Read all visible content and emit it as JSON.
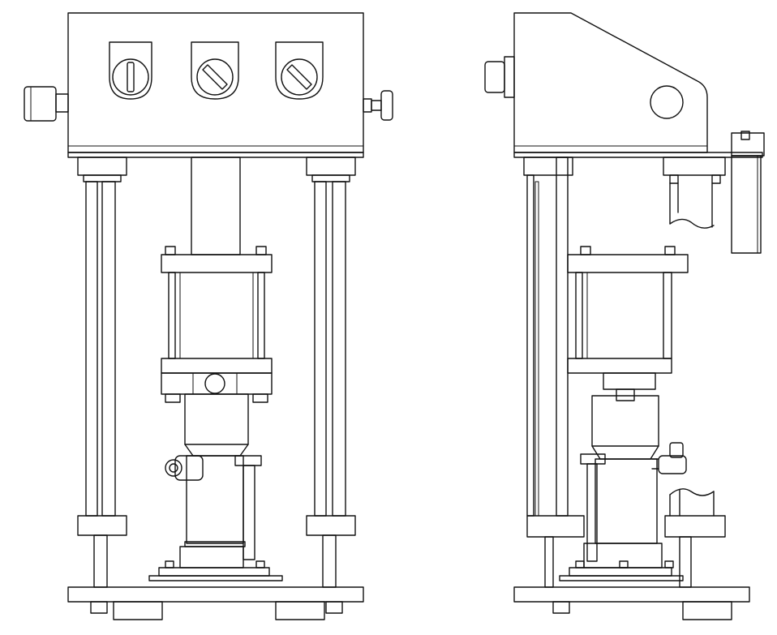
{
  "drawing": {
    "kind": "technical line drawing",
    "views": [
      {
        "id": "front",
        "name": "front-elevation-view"
      },
      {
        "id": "side",
        "name": "side-elevation-view"
      }
    ],
    "colors": {
      "line": "#111111",
      "background": "#ffffff"
    },
    "control_knobs": [
      {
        "id": "knob-1",
        "indicator": "vertical"
      },
      {
        "id": "knob-2",
        "indicator": "diagonal"
      },
      {
        "id": "knob-3",
        "indicator": "diagonal"
      }
    ]
  }
}
